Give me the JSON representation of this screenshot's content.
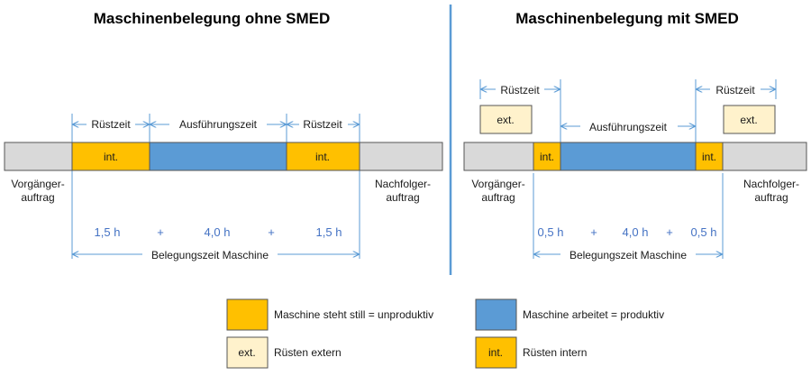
{
  "colors": {
    "internal_setup": "#ffc000",
    "external_setup": "#fff2cc",
    "production": "#5b9bd5",
    "neighbor_order": "#d9d9d9",
    "arrow": "#5b9bd5",
    "divider": "#5b9bd5",
    "value_text": "#4472c4"
  },
  "left": {
    "title": "Maschinenbelegung ohne SMED",
    "setup_label_1": "Rüstzeit",
    "exec_label": "Ausführungszeit",
    "setup_label_2": "Rüstzeit",
    "int_1": "int.",
    "int_2": "int.",
    "prev_line1": "Vorgänger-",
    "prev_line2": "auftrag",
    "next_line1": "Nachfolger-",
    "next_line2": "auftrag",
    "val_1": "1,5 h",
    "plus_1": "+",
    "val_2": "4,0 h",
    "plus_2": "+",
    "val_3": "1,5 h",
    "total_label": "Belegungszeit Maschine"
  },
  "right": {
    "title": "Maschinenbelegung mit SMED",
    "setup_label_1": "Rüstzeit",
    "setup_label_2": "Rüstzeit",
    "ext_1": "ext.",
    "ext_2": "ext.",
    "exec_label": "Ausführungszeit",
    "int_1": "int.",
    "int_2": "int.",
    "prev_line1": "Vorgänger-",
    "prev_line2": "auftrag",
    "next_line1": "Nachfolger-",
    "next_line2": "auftrag",
    "val_1": "0,5 h",
    "plus_1": "+",
    "val_2": "4,0 h",
    "plus_2": "+",
    "val_3": "0,5 h",
    "total_label": "Belegungszeit Maschine"
  },
  "legend": {
    "idle": "Maschine steht still = unproduktiv",
    "working": "Maschine arbeitet = produktiv",
    "ext_box": "ext.",
    "ext_text": "Rüsten extern",
    "int_box": "int.",
    "int_text": "Rüsten intern"
  }
}
